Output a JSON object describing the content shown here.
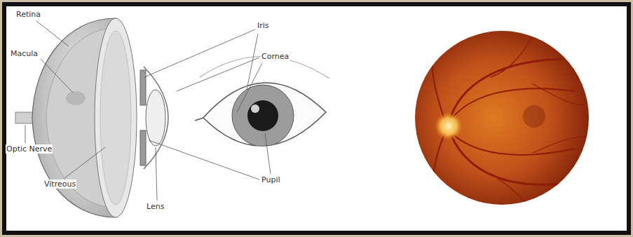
{
  "diagram": {
    "labels": [
      "Retina",
      "Iris",
      "Macula",
      "Cornea",
      "Optic Nerve",
      "Vitreous",
      "Pupil",
      "Lens"
    ]
  }
}
